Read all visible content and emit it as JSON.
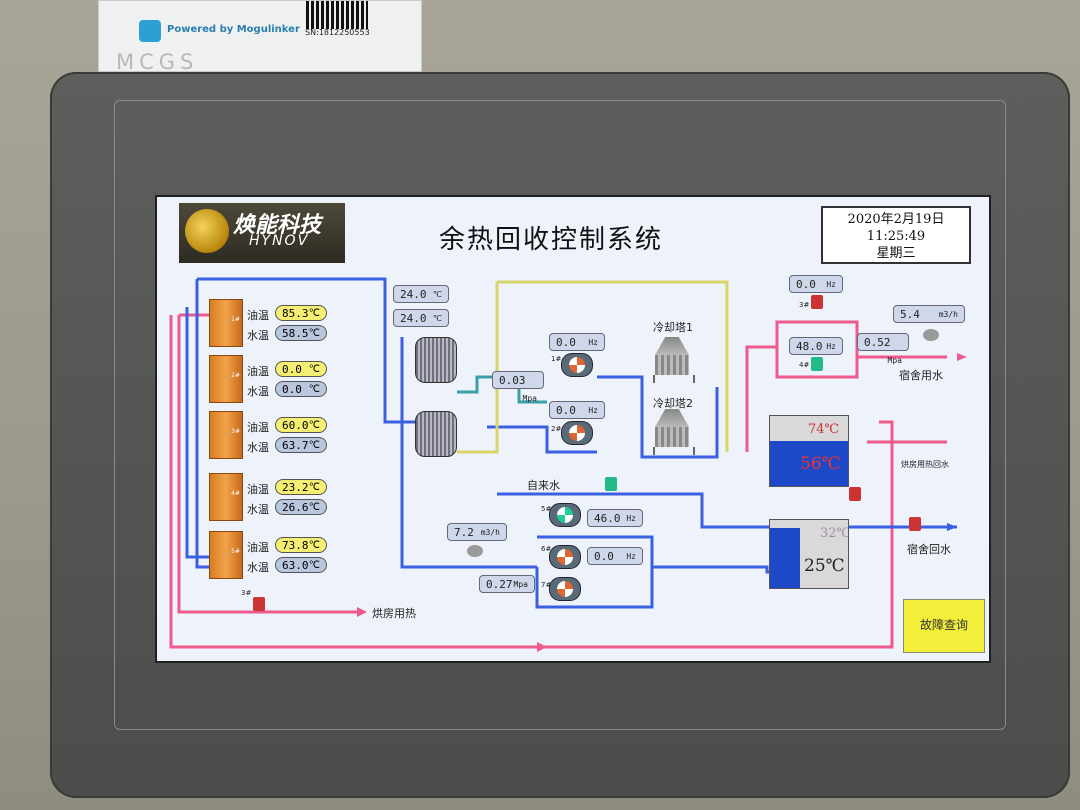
{
  "sticker": {
    "text": "Powered by Mogulinker",
    "sn": "SN:1812250553"
  },
  "device_brand": "MCGS",
  "screen": {
    "logo_cn": "焕能科技",
    "logo_en": "HYNOV",
    "title": "余热回收控制系统",
    "date": "2020年2月19日",
    "time": "11:25:49",
    "weekday": "星期三"
  },
  "boilers": [
    {
      "num": "1#",
      "oil_label": "油温",
      "oil_value": "85.3",
      "water_label": "水温",
      "water_value": "58.5",
      "unit": "℃"
    },
    {
      "num": "2#",
      "oil_label": "油温",
      "oil_value": "0.0",
      "water_label": "水温",
      "water_value": "0.0",
      "unit": "℃"
    },
    {
      "num": "3#",
      "oil_label": "油温",
      "oil_value": "60.0",
      "water_label": "水温",
      "water_value": "63.7",
      "unit": "℃"
    },
    {
      "num": "4#",
      "oil_label": "油温",
      "oil_value": "23.2",
      "water_label": "水温",
      "water_value": "26.6",
      "unit": "℃"
    },
    {
      "num": "5#",
      "oil_label": "油温",
      "oil_value": "73.8",
      "water_label": "水温",
      "water_value": "63.0",
      "unit": "℃"
    }
  ],
  "hx_temps": [
    {
      "value": "24.0",
      "unit": "℃"
    },
    {
      "value": "24.0",
      "unit": "℃"
    }
  ],
  "pressure_mid": {
    "value": "0.03",
    "unit": "Mpa"
  },
  "cooling_pumps": [
    {
      "num": "1#",
      "value": "0.0",
      "unit": "Hz"
    },
    {
      "num": "2#",
      "value": "0.0",
      "unit": "Hz"
    }
  ],
  "towers": [
    "冷却塔1",
    "冷却塔2"
  ],
  "dorm": {
    "pump3_hz": {
      "value": "0.0",
      "unit": "Hz"
    },
    "pump4_hz": {
      "value": "48.0",
      "unit": "Hz"
    },
    "pressure1": {
      "value": "5.4",
      "unit": "m3/h"
    },
    "pressure2": {
      "value": "0.52",
      "unit": "Mpa"
    },
    "water_label": "宿舍用水",
    "return_label": "宿舍回水",
    "return_use_label": "烘房用热回水"
  },
  "tank_hot": {
    "upper": "74℃",
    "lower": "56℃"
  },
  "tank_cold": {
    "upper": "32℃",
    "lower": "25℃"
  },
  "tap_water_label": "自来水",
  "lower_pumps": [
    {
      "num": "5#",
      "value": "46.0",
      "unit": "Hz"
    },
    {
      "num": "6#",
      "value": "0.0",
      "unit": "Hz"
    },
    {
      "num": "7#",
      "value": "",
      "unit": ""
    }
  ],
  "flow_left": {
    "value": "7.2",
    "unit": "m3/h"
  },
  "pressure_low": {
    "value": "0.27",
    "unit": "Mpa"
  },
  "drying_label": "烘房用热",
  "pump_small_label": "3#",
  "fault_button": "故障查询",
  "pump_labels": {
    "p3": "3#",
    "p4": "4#"
  }
}
